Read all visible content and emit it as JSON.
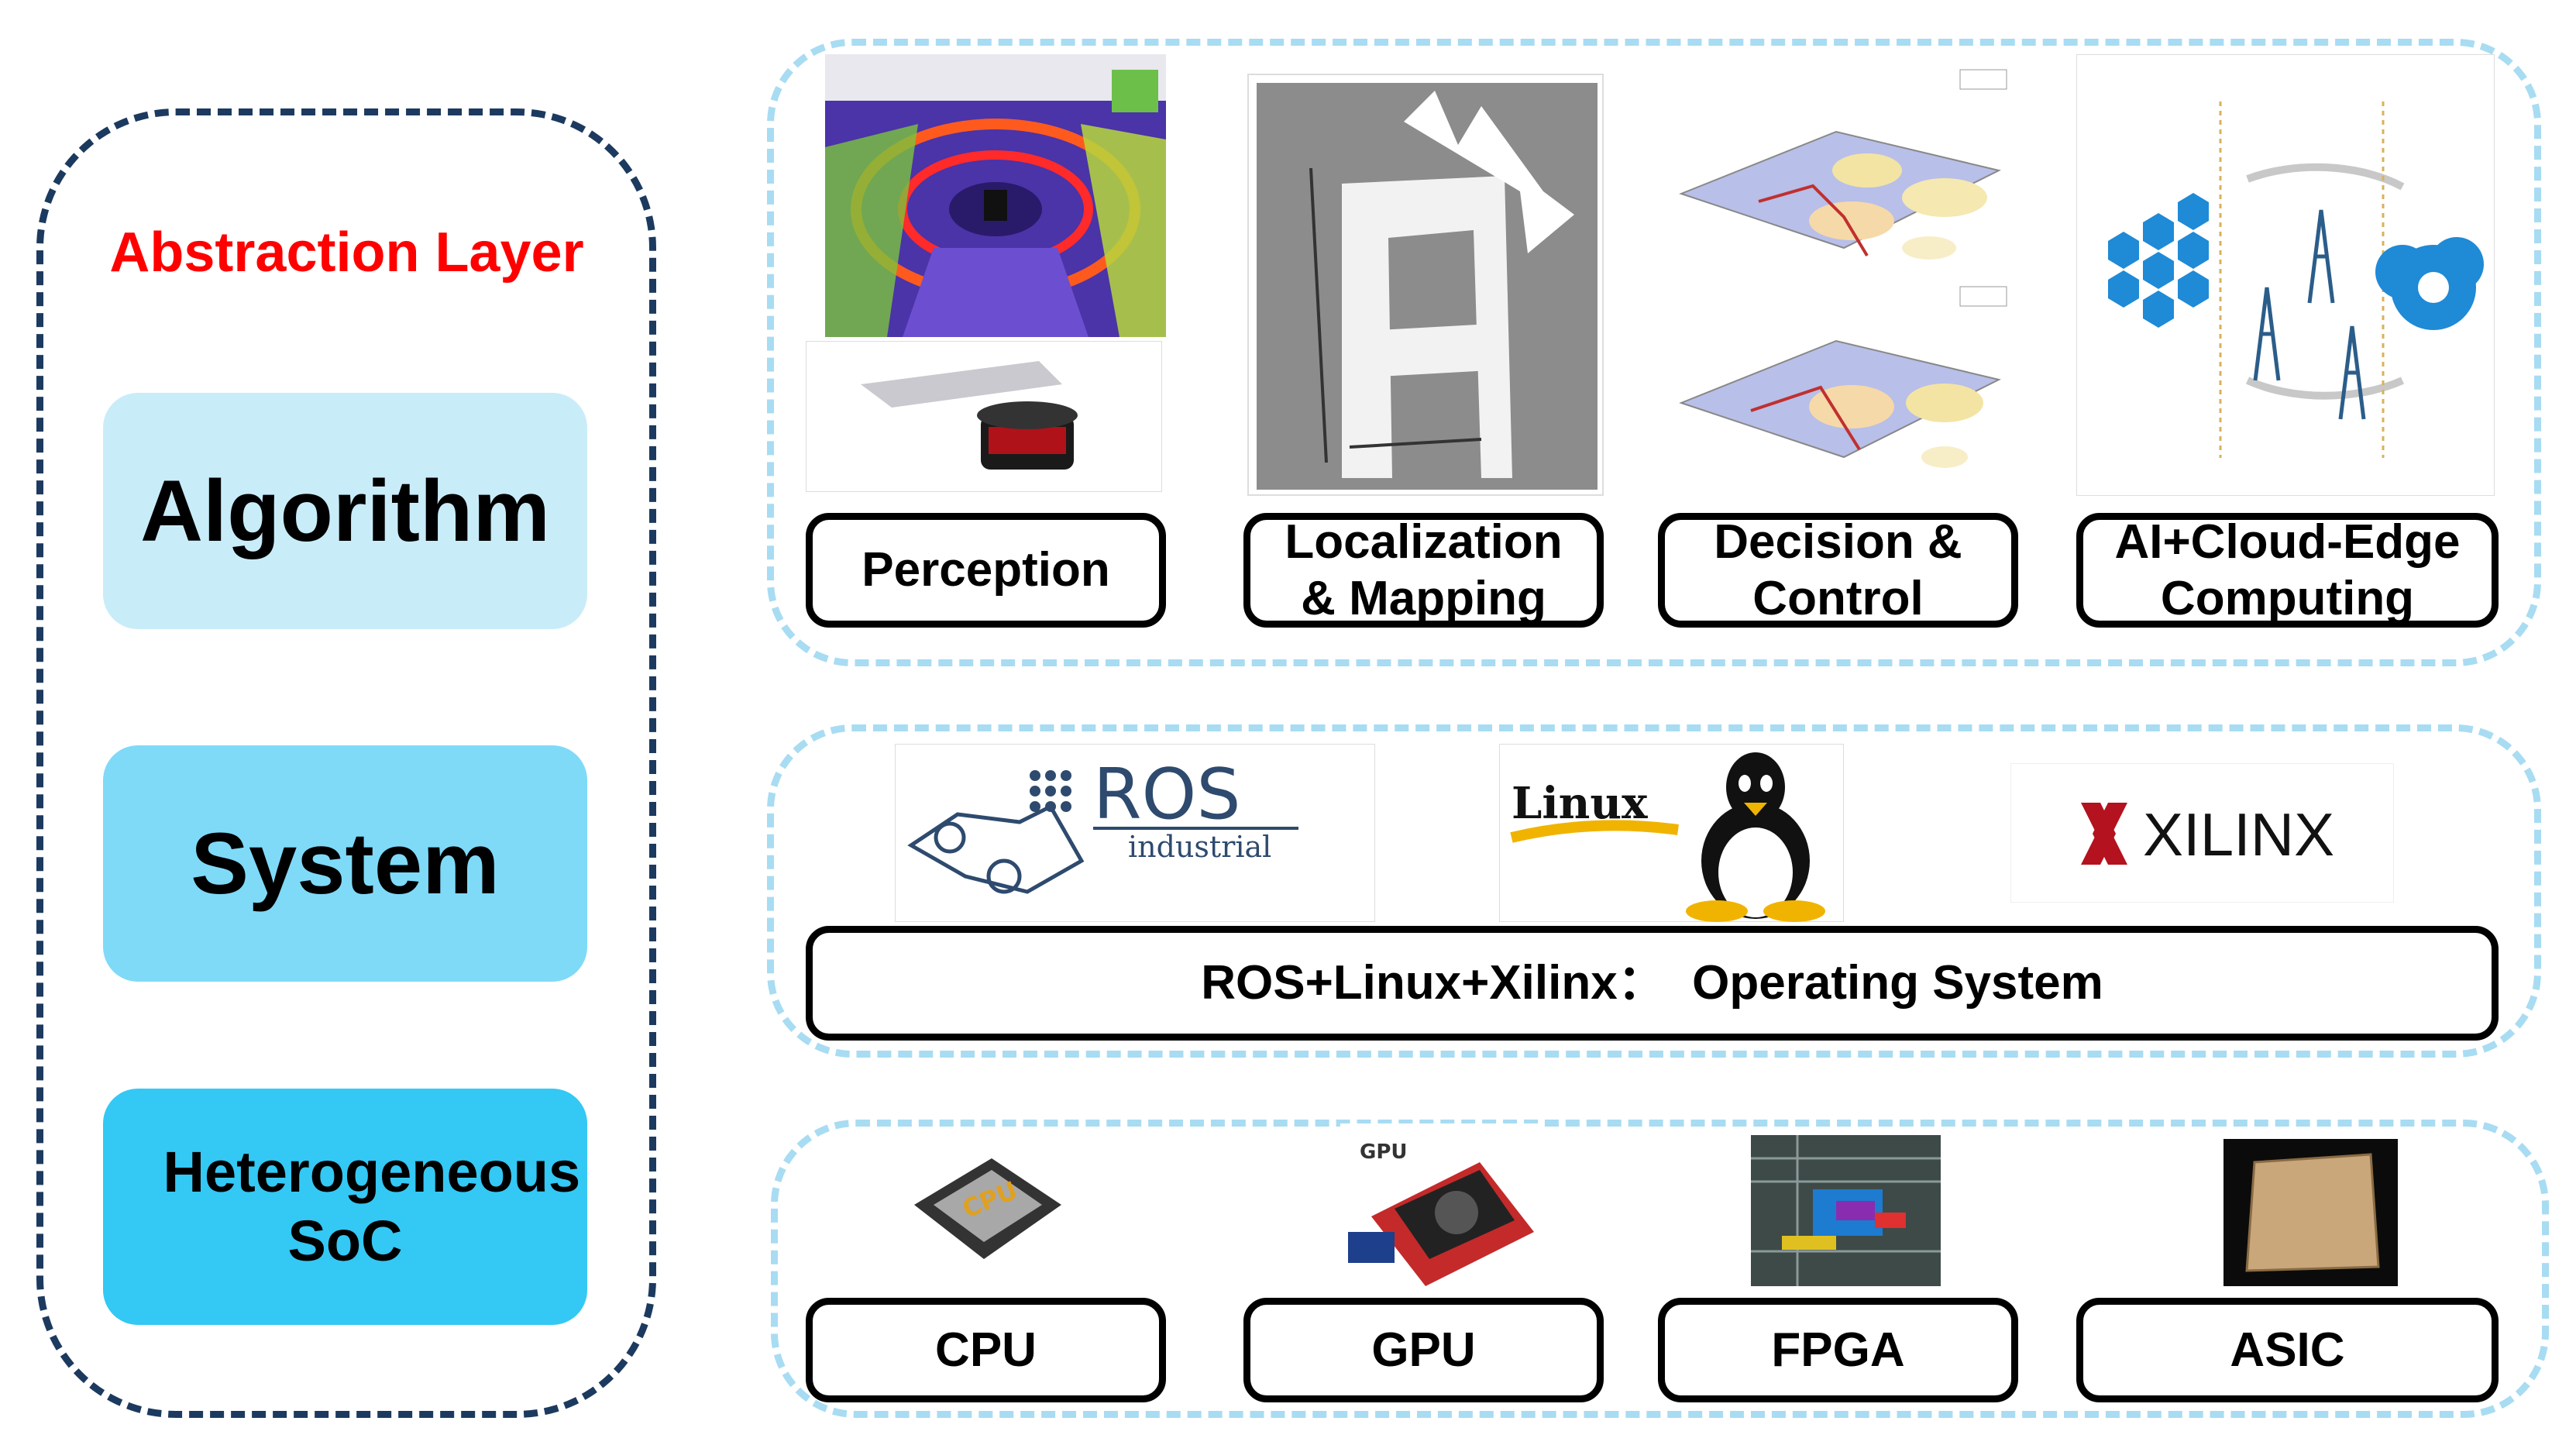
{
  "left": {
    "title": "Abstraction Layer",
    "layers": {
      "algorithm": "Algorithm",
      "system": "System",
      "soc": "Heterogeneous SoC"
    }
  },
  "algorithm_group": {
    "items": [
      {
        "label": "Perception"
      },
      {
        "label": "Localization & Mapping"
      },
      {
        "label": "Decision & Control"
      },
      {
        "label": "AI+Cloud-Edge Computing"
      }
    ]
  },
  "system_group": {
    "logos": {
      "ros_title": "ROS",
      "ros_sub": "industrial",
      "linux": "Linux",
      "xilinx": "XILINX"
    },
    "label": "ROS+Linux+Xilinx：  Operating System"
  },
  "hardware_group": {
    "items": [
      {
        "label": "CPU",
        "chip_text": "CPU"
      },
      {
        "label": "GPU",
        "chip_text": "GPU"
      },
      {
        "label": "FPGA"
      },
      {
        "label": "ASIC"
      }
    ]
  },
  "colors": {
    "left_border": "#1c3a5f",
    "title_red": "#ff0000",
    "algorithm_fill": "#c9ecf9",
    "system_fill": "#7fdaf8",
    "soc_fill": "#34c8f4",
    "group_border": "#a8dcf2"
  }
}
